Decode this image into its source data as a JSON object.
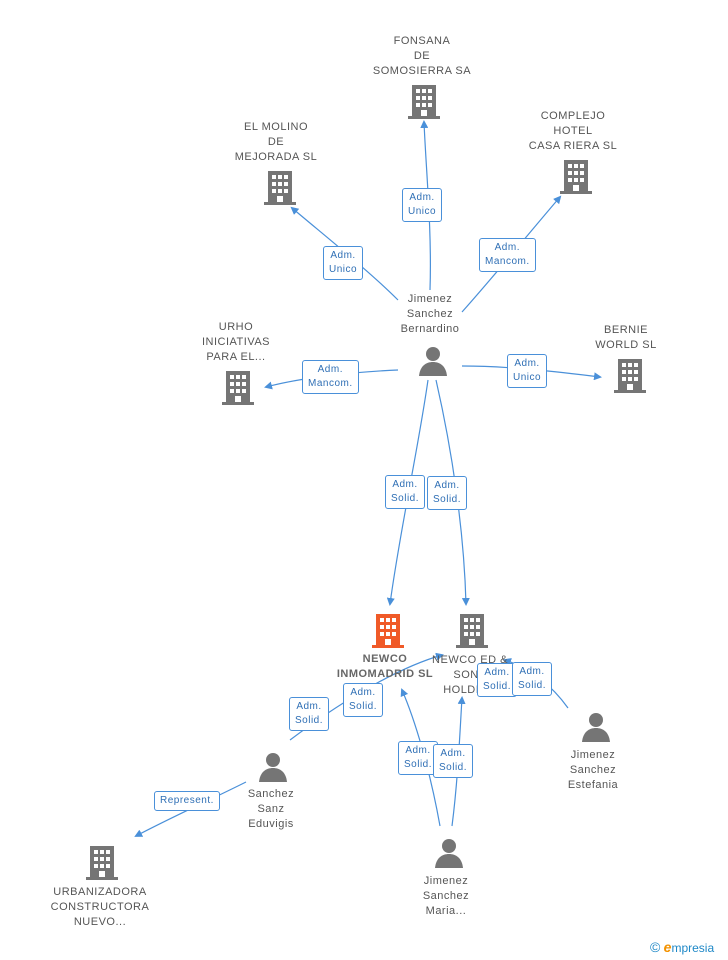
{
  "colors": {
    "company": "#757575",
    "company_highlight": "#f05a28",
    "person": "#757575",
    "edge": "#4a90d9",
    "label_text": "#555555",
    "role_text": "#2f6fb5"
  },
  "companies": {
    "fonsana": [
      "FONSANA",
      "DE",
      "SOMOSIERRA SA"
    ],
    "complejo": [
      "COMPLEJO",
      "HOTEL",
      "CASA RIERA SL"
    ],
    "molino": [
      "EL MOLINO",
      "DE",
      "MEJORADA SL"
    ],
    "urho": [
      "URHO",
      "INICIATIVAS",
      "PARA EL..."
    ],
    "bernie": [
      "BERNIE",
      "WORLD  SL"
    ],
    "newco_inmo": [
      "NEWCO",
      "INMOMADRID SL"
    ],
    "newco_ed": [
      "NEWCO ED &",
      "SONS",
      "HOLDING"
    ],
    "urbanizadora": [
      "URBANIZADORA",
      "CONSTRUCTORA",
      "NUEVO..."
    ]
  },
  "persons": {
    "bernardino": [
      "Jimenez",
      "Sanchez",
      "Bernardino"
    ],
    "estefania": [
      "Jimenez",
      "Sanchez",
      "Estefania"
    ],
    "eduvigis": [
      "Sanchez",
      "Sanz",
      "Eduvigis"
    ],
    "maria": [
      "Jimenez",
      "Sanchez",
      "Maria..."
    ]
  },
  "roles": {
    "r_fonsana": [
      "Adm.",
      "Unico"
    ],
    "r_molino": [
      "Adm.",
      "Unico"
    ],
    "r_complejo": [
      "Adm.",
      "Mancom."
    ],
    "r_urho": [
      "Adm.",
      "Mancom."
    ],
    "r_bernie": [
      "Adm.",
      "Unico"
    ],
    "r_b_inmo": [
      "Adm.",
      "Solid."
    ],
    "r_b_ed": [
      "Adm.",
      "Solid."
    ],
    "r_e_inmo": [
      "Adm.",
      "Solid."
    ],
    "r_e_inmo2": [
      "Adm.",
      "Solid."
    ],
    "r_est_1": [
      "Adm.",
      "Solid."
    ],
    "r_est_2": [
      "Adm.",
      "Solid."
    ],
    "r_m_1": [
      "Adm.",
      "Solid."
    ],
    "r_m_2": [
      "Adm.",
      "Solid."
    ],
    "r_represent": [
      "Represent."
    ]
  },
  "brand": {
    "copyright": "©",
    "e": "e",
    "name": "mpresia"
  }
}
